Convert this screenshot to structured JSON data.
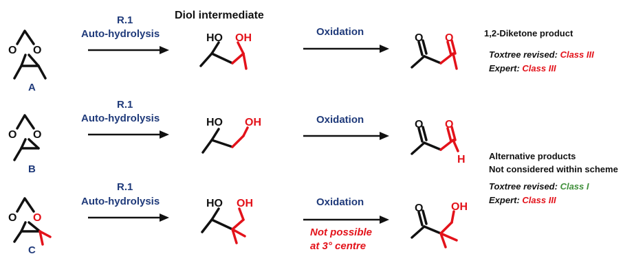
{
  "header": {
    "diol_intermediate": "Diol intermediate"
  },
  "reactions": [
    {
      "step_label": "R.1",
      "step_name": "Auto-hydrolysis",
      "oxidation_label": "Oxidation",
      "reactant_label": "A",
      "atoms": {
        "O": "O",
        "OH": "OH",
        "HO": "HO"
      }
    },
    {
      "step_label": "R.1",
      "step_name": "Auto-hydrolysis",
      "oxidation_label": "Oxidation",
      "reactant_label": "B",
      "atoms": {
        "O": "O",
        "OH": "OH",
        "HO": "HO",
        "H": "H"
      }
    },
    {
      "step_label": "R.1",
      "step_name": "Auto-hydrolysis",
      "oxidation_label": "Oxidation",
      "reactant_label": "C",
      "note_line1": "Not possible",
      "note_line2": "at 3° centre",
      "atoms": {
        "O": "O",
        "OH": "OH",
        "HO": "HO"
      }
    }
  ],
  "notes": {
    "diketone_title": "1,2-Diketone product",
    "a_toxtree_prefix": "Toxtree revised:",
    "a_toxtree_class": "Class III",
    "a_expert_prefix": "Expert:",
    "a_expert_class": "Class III",
    "alt_title_line1": "Alternative products",
    "alt_title_line2": "Not considered within scheme",
    "c_toxtree_prefix": "Toxtree revised:",
    "c_toxtree_class": "Class I",
    "c_expert_prefix": "Expert:",
    "c_expert_class": "Class III"
  },
  "colors": {
    "step_blue": "#1f3a7a",
    "highlight_red": "#e3121a",
    "class_green": "#3f8f3a"
  }
}
